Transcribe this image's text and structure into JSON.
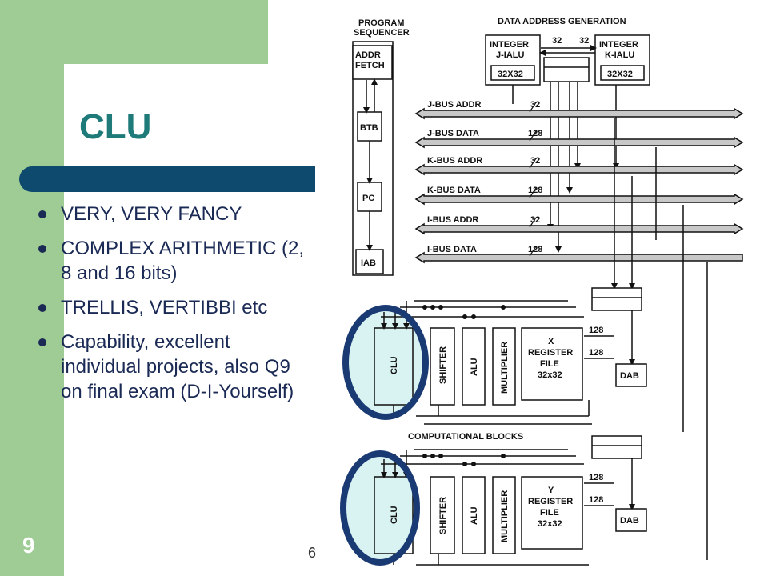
{
  "slide": {
    "title": "CLU",
    "bullets": [
      "VERY, VERY FANCY",
      "COMPLEX ARITHMETIC (2, 8 and 16 bits)",
      "TRELLIS, VERTIBBI etc",
      "Capability, excellent individual projects, also Q9 on final exam (D-I-Yourself)"
    ],
    "slide_number": "9",
    "footer_text": "6"
  },
  "diagram": {
    "program_sequencer": {
      "title_line1": "PROGRAM",
      "title_line2": "SEQUENCER",
      "addr_fetch_line1": "ADDR",
      "addr_fetch_line2": "FETCH",
      "btb": "BTB",
      "pc": "PC",
      "iab": "IAB"
    },
    "data_address_generation": {
      "title": "DATA ADDRESS GENERATION",
      "j_ialu_line1": "INTEGER",
      "j_ialu_line2": "J-IALU",
      "k_ialu_line1": "INTEGER",
      "k_ialu_line2": "K-IALU",
      "reg_size": "32X32",
      "width_32": "32"
    },
    "buses": [
      {
        "label": "J-BUS ADDR",
        "width": "32"
      },
      {
        "label": "J-BUS DATA",
        "width": "128"
      },
      {
        "label": "K-BUS ADDR",
        "width": "32"
      },
      {
        "label": "K-BUS DATA",
        "width": "128"
      },
      {
        "label": "I-BUS ADDR",
        "width": "32"
      },
      {
        "label": "I-BUS DATA",
        "width": "128"
      }
    ],
    "computational_blocks_label": "COMPUTATIONAL BLOCKS",
    "x_block": {
      "clu": "CLU",
      "shifter": "SHIFTER",
      "alu": "ALU",
      "multiplier": "MULTIPLIER",
      "reg_line1": "X",
      "reg_line2": "REGISTER",
      "reg_line3": "FILE",
      "reg_line4": "32x32",
      "dab": "DAB",
      "width_128": "128"
    },
    "y_block": {
      "clu": "CLU",
      "shifter": "SHIFTER",
      "alu": "ALU",
      "multiplier": "MULTIPLIER",
      "reg_line1": "Y",
      "reg_line2": "REGISTER",
      "reg_line3": "FILE",
      "reg_line4": "32x32",
      "dab": "DAB",
      "width_128": "128"
    },
    "colors": {
      "highlight_fill": "#d9f2f2",
      "highlight_ring": "#1a3a73",
      "bus_fill": "#c8c8c8"
    }
  }
}
